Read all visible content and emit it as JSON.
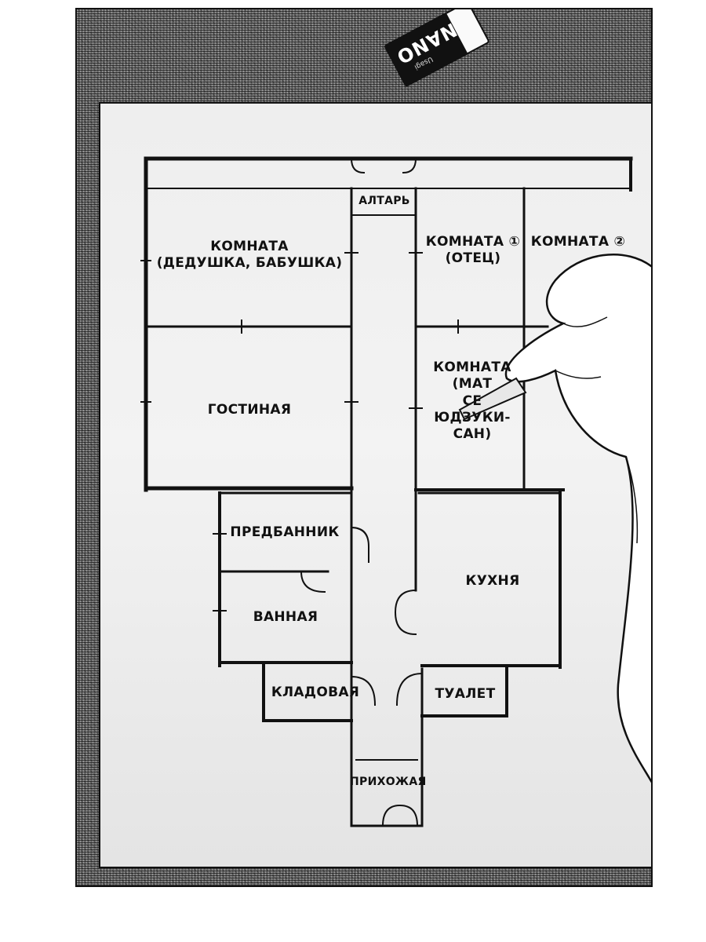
{
  "eraser": {
    "brand": "NANO",
    "subtext": "Usagi"
  },
  "rooms": {
    "altar": "АЛТАРЬ",
    "room_grandparents": "КОМНАТА\n(ДЕДУШКА, БАБУШКА)",
    "room_1": "КОМНАТА ①\n(ОТЕЦ)",
    "room_2": "КОМНАТА ②",
    "living_room": "ГОСТИНАЯ",
    "room_mother": "КОМНАТА\n(МАТ\nСЕ\nЮДЗУКИ-\nСАН)",
    "anteroom": "ПРЕДБАННИК",
    "bathroom": "ВАННАЯ",
    "kitchen": "КУХНЯ",
    "pantry": "КЛАДОВАЯ",
    "toilet": "ТУАЛЕТ",
    "hallway": "ПРИХОЖАЯ"
  },
  "colors": {
    "ink": "#111111",
    "paper": "#eeeeee",
    "screentone": "#6a6a6a",
    "skin": "#ffffff"
  }
}
